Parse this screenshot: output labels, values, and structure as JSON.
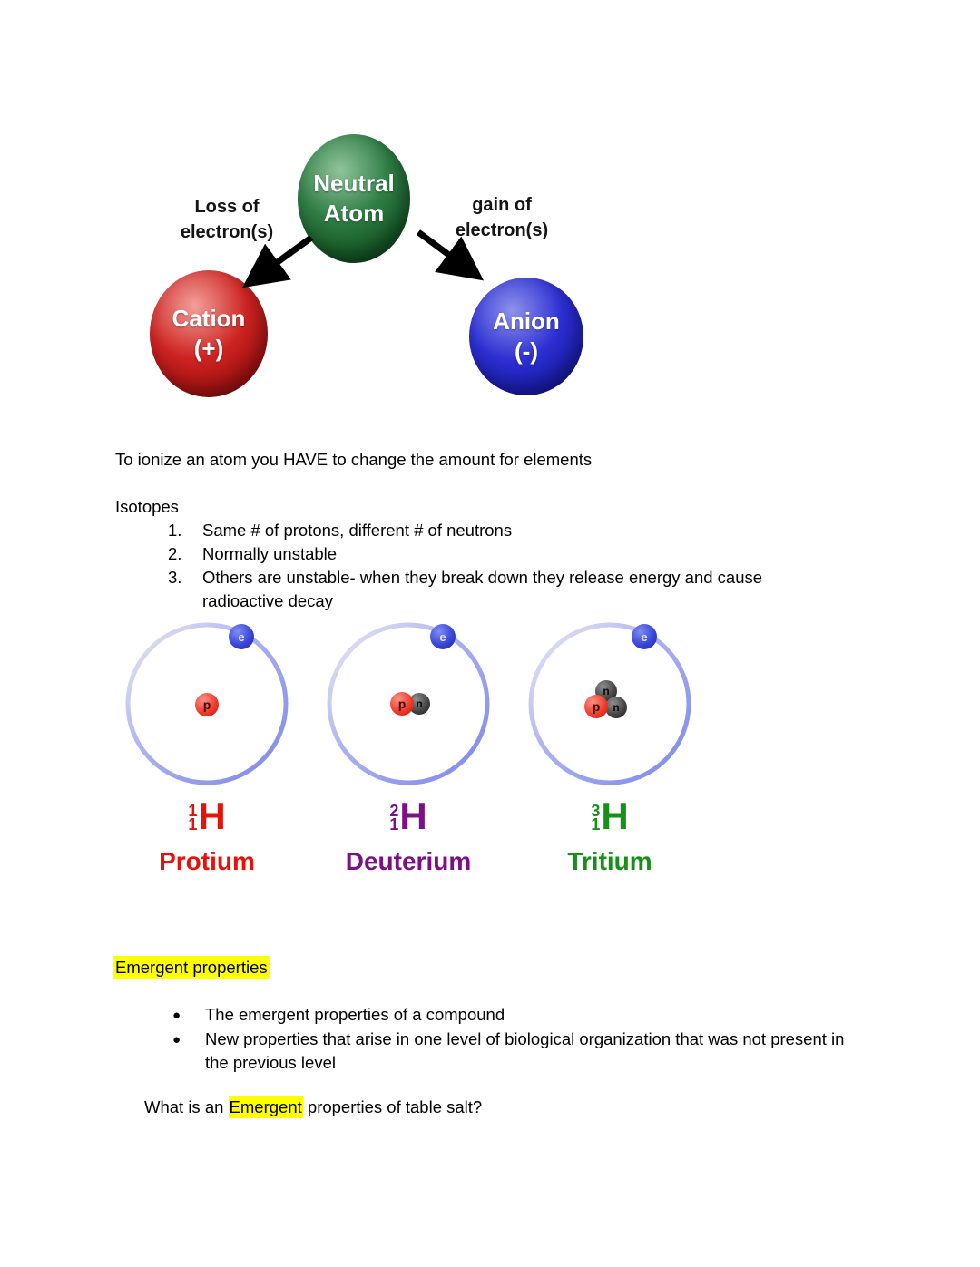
{
  "ion_diagram": {
    "neutral_atom": {
      "line1": "Neutral",
      "line2": "Atom",
      "color": "#1d6b2e"
    },
    "cation": {
      "line1": "Cation",
      "line2": "(+)",
      "color": "#b01414"
    },
    "anion": {
      "line1": "Anion",
      "line2": "(-)",
      "color": "#201fb4"
    },
    "left_caption_line1": "Loss of",
    "left_caption_line2": "electron(s)",
    "right_caption_line1": "gain of",
    "right_caption_line2": "electron(s)"
  },
  "notes": {
    "ionize_line": "To ionize an atom you HAVE to change the amount for elements",
    "isotopes_heading": "Isotopes",
    "isotope_points": [
      {
        "num": "1.",
        "text": "Same # of protons, different # of neutrons"
      },
      {
        "num": "2.",
        "text": "Normally unstable"
      },
      {
        "num": "3.",
        "text": "Others are unstable- when they break down they release energy and cause radioactive decay"
      }
    ]
  },
  "isotope_figure": {
    "electron_label": "e",
    "proton_label": "p",
    "neutron_label": "n",
    "orbit_color": "#7d87e8",
    "atoms": [
      {
        "mass_number": "1",
        "atomic_number": "1",
        "symbol": "H",
        "name": "Protium",
        "color": "#e81109"
      },
      {
        "mass_number": "2",
        "atomic_number": "1",
        "symbol": "H",
        "name": "Deuterium",
        "color": "#7c1087"
      },
      {
        "mass_number": "3",
        "atomic_number": "1",
        "symbol": "H",
        "name": "Tritium",
        "color": "#169016"
      }
    ]
  },
  "emergent": {
    "heading": "Emergent properties",
    "bullets": [
      {
        "text": "The emergent properties of a compound"
      },
      {
        "text": "New properties that arise in one level of biological organization that was not present in the previous level"
      }
    ],
    "question_prefix": "What is an ",
    "question_highlight": "Emergent",
    "question_suffix": " properties of table salt?",
    "highlight_color": "#ffff00"
  }
}
